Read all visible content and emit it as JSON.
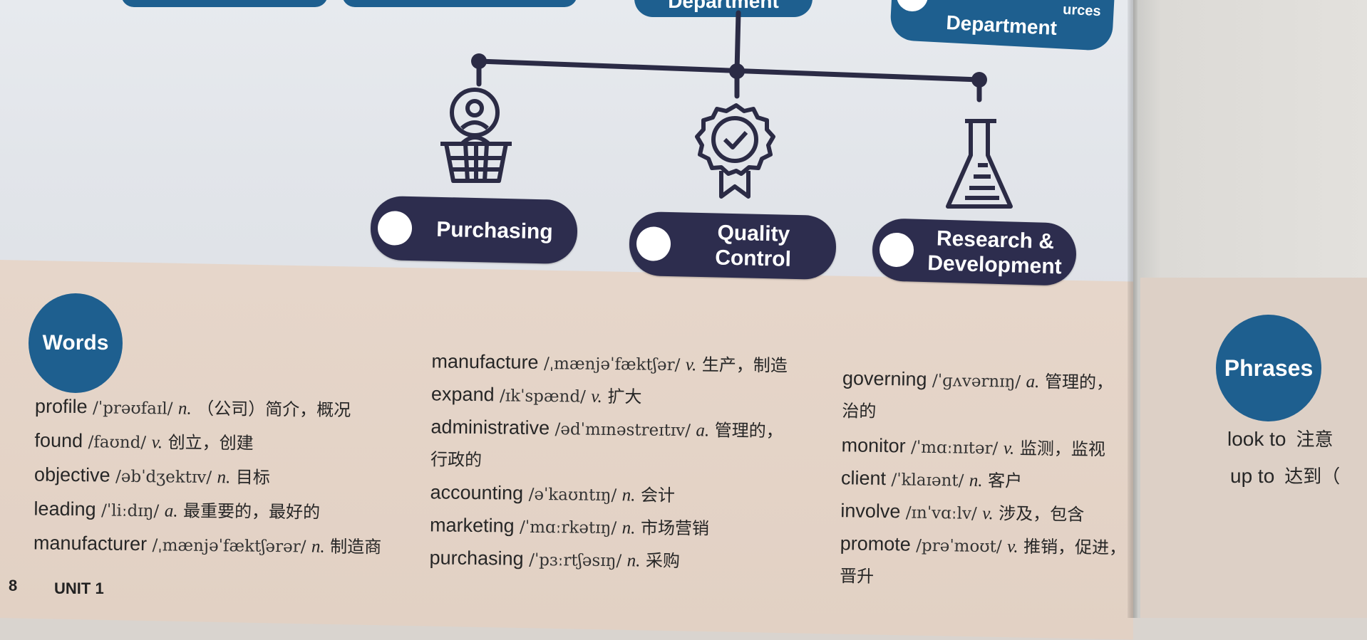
{
  "chart_labels": {
    "dept_top_middle": "Department",
    "dept_top_right_small": "urces",
    "dept_top_right": "Department"
  },
  "departments": [
    {
      "label": "Purchasing",
      "icon": "shopping-basket-person-icon"
    },
    {
      "label": "Quality\nControl",
      "icon": "quality-badge-check-icon"
    },
    {
      "label": "Research &\nDevelopment",
      "icon": "flask-icon"
    }
  ],
  "words": {
    "badge": "Words",
    "col1": [
      {
        "word": "profile",
        "ipa": "/ˈprəʊfaɪl/",
        "pos": "n.",
        "def": "（公司）简介，概况"
      },
      {
        "word": "found",
        "ipa": "/faʊnd/",
        "pos": "v.",
        "def": "创立，创建"
      },
      {
        "word": "objective",
        "ipa": "/əbˈdʒektɪv/",
        "pos": "n.",
        "def": "目标"
      },
      {
        "word": "leading",
        "ipa": "/ˈliːdɪŋ/",
        "pos": "a.",
        "def": "最重要的，最好的"
      },
      {
        "word": "manufacturer",
        "ipa": "/ˌmænjəˈfæktʃərər/",
        "pos": "n.",
        "def": "制造商"
      }
    ],
    "col2": [
      {
        "word": "manufacture",
        "ipa": "/ˌmænjəˈfæktʃər/",
        "pos": "v.",
        "def": "生产，制造"
      },
      {
        "word": "expand",
        "ipa": "/ɪkˈspænd/",
        "pos": "v.",
        "def": "扩大"
      },
      {
        "word": "administrative",
        "ipa": "/ədˈmɪnəstreɪtɪv/",
        "pos": "a.",
        "def": "管理的，"
      },
      {
        "cont": "行政的"
      },
      {
        "word": "accounting",
        "ipa": "/əˈkaʊntɪŋ/",
        "pos": "n.",
        "def": "会计"
      },
      {
        "word": "marketing",
        "ipa": "/ˈmɑːrkətɪŋ/",
        "pos": "n.",
        "def": "市场营销"
      },
      {
        "word": "purchasing",
        "ipa": "/ˈpɜːrtʃəsɪŋ/",
        "pos": "n.",
        "def": "采购"
      }
    ],
    "col3": [
      {
        "word": "governing",
        "ipa": "/ˈɡʌvərnɪŋ/",
        "pos": "a.",
        "def": "管理的，"
      },
      {
        "cont": "治的"
      },
      {
        "word": "monitor",
        "ipa": "/ˈmɑːnɪtər/",
        "pos": "v.",
        "def": "监测，监视"
      },
      {
        "word": "client",
        "ipa": "/ˈklaɪənt/",
        "pos": "n.",
        "def": "客户"
      },
      {
        "word": "involve",
        "ipa": "/ɪnˈvɑːlv/",
        "pos": "v.",
        "def": "涉及，包含"
      },
      {
        "word": "promote",
        "ipa": "/prəˈmoʊt/",
        "pos": "v.",
        "def": "推销，促进，"
      },
      {
        "cont": "晋升"
      }
    ]
  },
  "phrases": {
    "badge": "Phrases",
    "items": [
      {
        "en": "look to",
        "zh": "注意"
      },
      {
        "en": "up to",
        "zh": "达到（"
      }
    ]
  },
  "footer": {
    "page_number": "8",
    "unit": "UNIT 1"
  },
  "colors": {
    "accent_blue": "#1e5f8f",
    "pill_navy": "#2d2d4e",
    "line_navy": "#2b2b45"
  }
}
